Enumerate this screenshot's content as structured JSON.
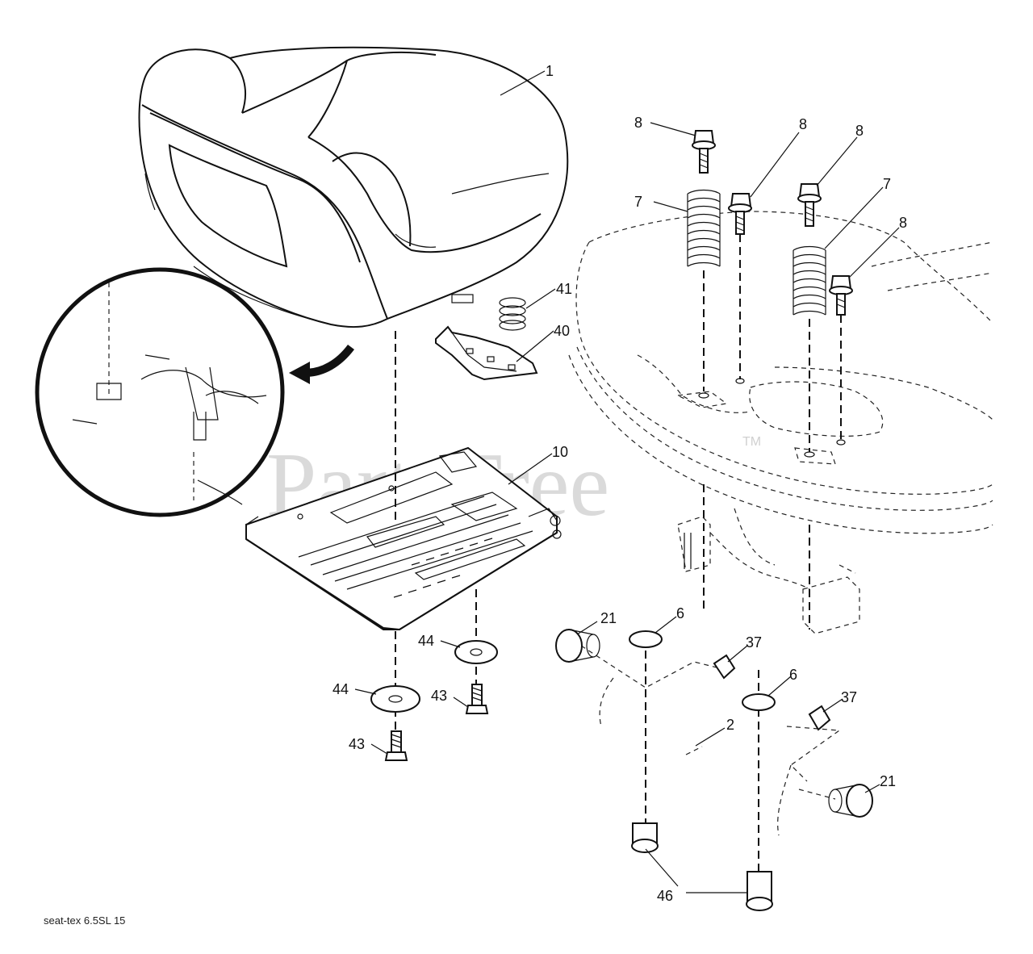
{
  "watermark": {
    "text": "PartsTree",
    "trademark": "TM"
  },
  "footer": {
    "drawing_id": "seat-tex 6.5SL 15"
  },
  "callouts": {
    "c1": "1",
    "c8a": "8",
    "c8b": "8",
    "c8c": "8",
    "c8d": "8",
    "c7a": "7",
    "c7b": "7",
    "c41": "41",
    "c40": "40",
    "c10": "10",
    "c21a": "21",
    "c21b": "21",
    "c6a": "6",
    "c6b": "6",
    "c37a": "37",
    "c37b": "37",
    "c2": "2",
    "c44a": "44",
    "c44b": "44",
    "c43a": "43",
    "c43b": "43",
    "c46": "46"
  }
}
